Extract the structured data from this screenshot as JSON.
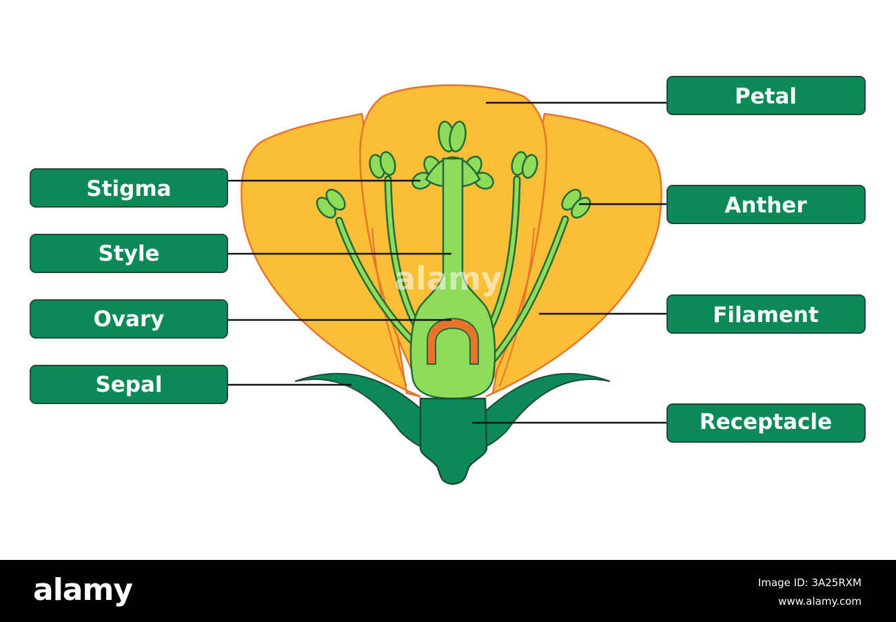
{
  "labels": {
    "stigma": "Stigma",
    "style": "Style",
    "ovary": "Ovary",
    "sepal": "Sepal",
    "petal": "Petal",
    "anther": "Anther",
    "filament": "Filament",
    "receptacle": "Receptacle"
  },
  "watermark": "alamy",
  "footer": {
    "logo": "alamy",
    "image_id": "Image ID: 3A25RXM",
    "site": "www.alamy.com"
  },
  "colors": {
    "label_fill": "#0b8a57",
    "petal": "#fbbe37",
    "petal_edge": "#e8742c",
    "pistil": "#8fdb5a",
    "dark_green": "#0b8a57",
    "ovule": "#e8742c"
  }
}
